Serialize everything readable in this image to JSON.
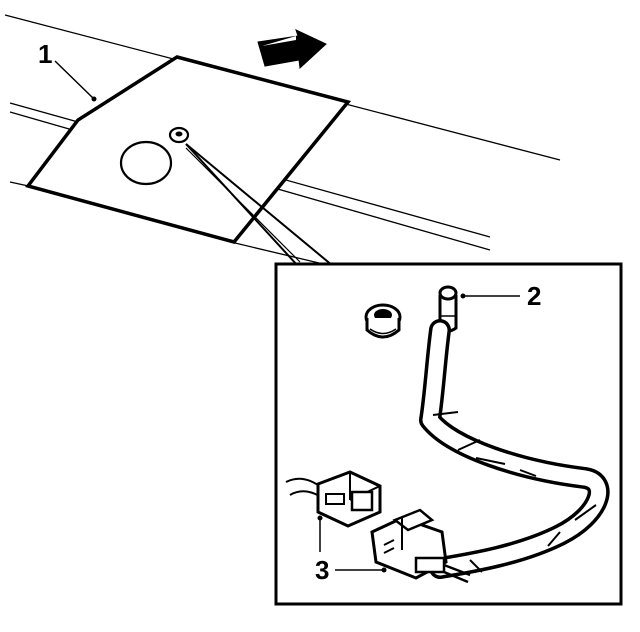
{
  "callouts": {
    "one": "1",
    "two": "2",
    "three": "3"
  },
  "colors": {
    "ink": "#000000",
    "paper": "#ffffff"
  },
  "icons": {
    "direction_arrow": "forward-arrow-icon"
  }
}
